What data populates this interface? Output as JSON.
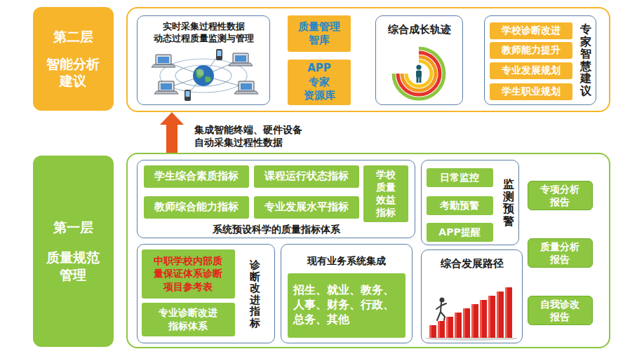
{
  "diagram": {
    "nodes": [
      {
        "text": [
          "第二层",
          "智能分析 建议"
        ]
      },
      {
        "text": []
      },
      {
        "text": [
          "实时采集过程性数据 动态过程质量监测与管理"
        ],
        "in": 1
      },
      {
        "text": [
          "质量管理 智库"
        ],
        "in": 1
      },
      {
        "text": [
          "APP 专家 资源库"
        ],
        "in": 1
      },
      {
        "text": [
          "综合成长轨迹"
        ],
        "in": 1
      },
      {
        "text": [
          "专家智慧建议"
        ],
        "in": 1
      },
      {
        "text": [
          "学校诊断改进"
        ],
        "in": 6
      },
      {
        "text": [
          "教师能力提升"
        ],
        "in": 6
      },
      {
        "text": [
          "专业发展规划"
        ],
        "in": 6
      },
      {
        "text": [
          "学生职业规划"
        ],
        "in": 6
      },
      {
        "text": [
          "第一层",
          "质量规范 管理"
        ]
      },
      {
        "text": []
      },
      {
        "text": [
          "系统预设科学的质量指标体系"
        ],
        "in": 12
      },
      {
        "text": [
          "学生综合素质指标"
        ],
        "in": 13
      },
      {
        "text": [
          "课程运行状态指标"
        ],
        "in": 13
      },
      {
        "text": [
          "教师综合能力指标"
        ],
        "in": 13
      },
      {
        "text": [
          "专业发展水平指标"
        ],
        "in": 13
      },
      {
        "text": [
          "学校 质量 效益 指标"
        ],
        "in": 13
      },
      {
        "text": [
          "监测预警"
        ],
        "in": 12
      },
      {
        "text": [
          "日常监控"
        ],
        "in": 19
      },
      {
        "text": [
          "考勤预警"
        ],
        "in": 19
      },
      {
        "text": [
          "APP提醒"
        ],
        "in": 19
      },
      {
        "text": [
          "专项分析 报告"
        ],
        "in": 12
      },
      {
        "text": [
          "质量分析 报告"
        ],
        "in": 12
      },
      {
        "text": [
          "自我诊改 报告"
        ],
        "in": 12
      },
      {
        "text": [
          "诊断改进指标"
        ],
        "in": 12
      },
      {
        "text": [
          "中职学校内部质量保证体系诊断项目参考表"
        ],
        "in": 26
      },
      {
        "text": [
          "专业诊断改进 指标体系"
        ],
        "in": 26
      },
      {
        "text": [
          "现有业务系统集成"
        ],
        "in": 12
      },
      {
        "text": [
          "招生、就业、教务、 人事、财务、行政、 总务、其他"
        ],
        "in": 29
      },
      {
        "text": [
          "综合发展路径"
        ],
        "in": 12
      }
    ],
    "edges": [
      {
        "from": 12,
        "to": 1,
        "arrow": "to",
        "label": "集成智能终端、硬件设备 自动采集过程性数据"
      }
    ]
  }
}
